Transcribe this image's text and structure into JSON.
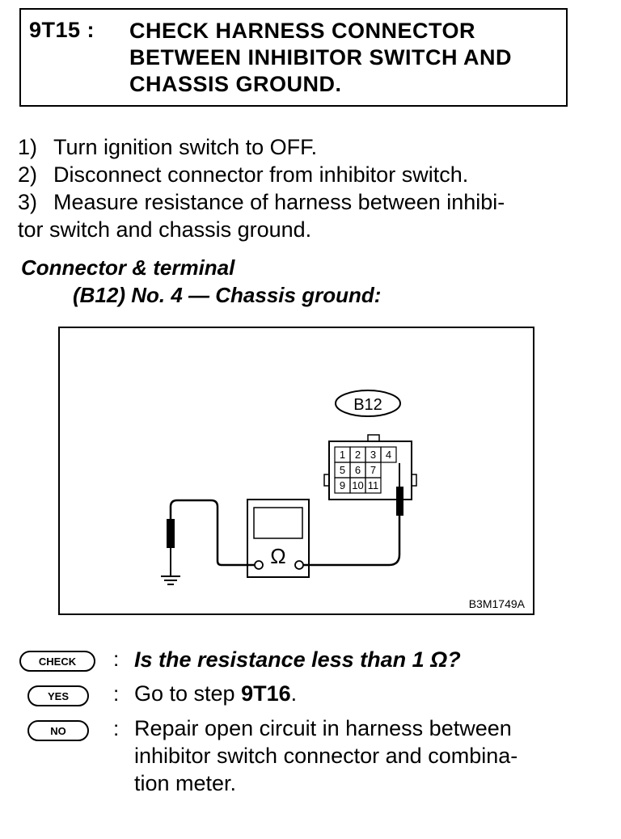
{
  "header": {
    "step_id": "9T15 :",
    "title_lines": [
      "CHECK HARNESS CONNECTOR",
      "BETWEEN INHIBITOR SWITCH AND",
      "CHASSIS GROUND."
    ]
  },
  "instructions": [
    {
      "num": "1)",
      "text": "Turn ignition switch to OFF."
    },
    {
      "num": "2)",
      "text": "Disconnect connector from inhibitor switch."
    },
    {
      "num": "3)",
      "text": "Measure resistance of harness between inhibi-"
    },
    {
      "num": "",
      "text": "tor switch and chassis ground."
    }
  ],
  "connector": {
    "heading": "Connector & terminal",
    "subheading": "(B12) No. 4 — Chassis ground:"
  },
  "figure": {
    "connector_label": "B12",
    "terminals": [
      "1",
      "2",
      "3",
      "4",
      "5",
      "6",
      "7",
      "9",
      "10",
      "11"
    ],
    "meter_symbol": "Ω",
    "figure_code": "B3M1749A"
  },
  "check": {
    "check_badge": "CHECK",
    "question": "Is the resistance less than 1 Ω?",
    "yes_badge": "YES",
    "yes_prefix": "Go to step ",
    "yes_step": "9T16",
    "yes_suffix": ".",
    "no_badge": "NO",
    "no_lines": [
      "Repair open circuit in harness between",
      "inhibitor switch connector and combina-",
      "tion meter."
    ]
  }
}
